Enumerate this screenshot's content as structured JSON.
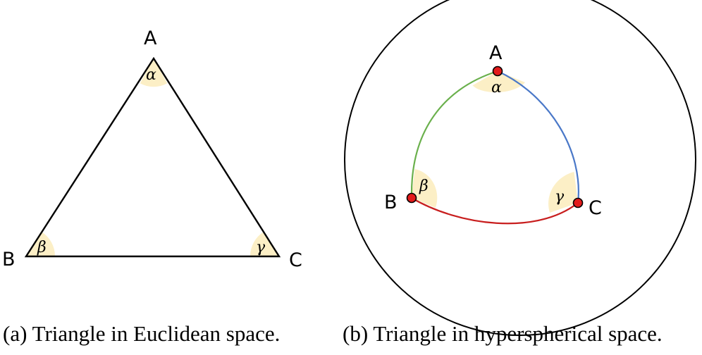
{
  "colors": {
    "stroke": "#000000",
    "angle_fill": "#fcefc6",
    "edge_ab": "#6ab04c",
    "edge_ac": "#4a78c8",
    "edge_bc": "#c81e1e",
    "point_fill": "#e31b1b"
  },
  "panel_a": {
    "vertices": {
      "a": "A",
      "b": "B",
      "c": "C"
    },
    "angles": {
      "alpha": "α",
      "beta": "β",
      "gamma": "γ"
    },
    "caption": "(a) Triangle in Euclidean space."
  },
  "panel_b": {
    "vertices": {
      "a": "A",
      "b": "B",
      "c": "C"
    },
    "angles": {
      "alpha": "α",
      "beta": "β",
      "gamma": "γ"
    },
    "caption": "(b) Triangle in hyperspherical space."
  }
}
